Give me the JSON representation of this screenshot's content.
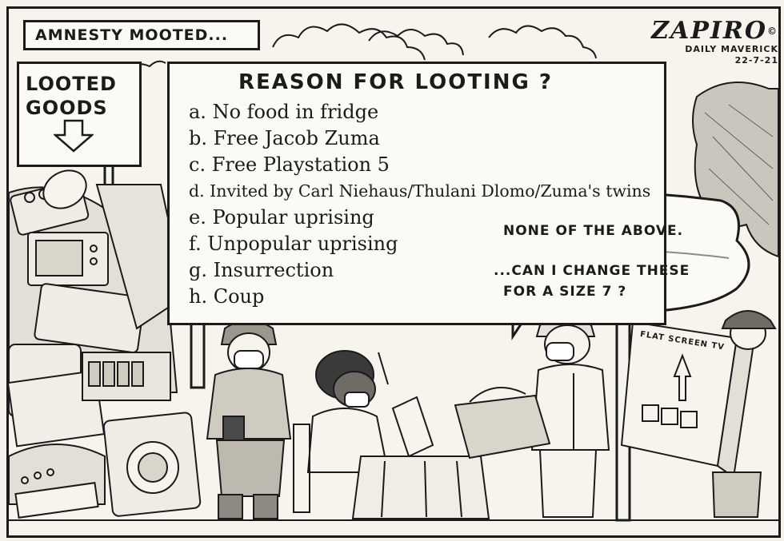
{
  "caption": "AMNESTY MOOTED...",
  "signature": {
    "artist": "ZAPIRO",
    "copyright": "©",
    "publication": "DAILY MAVERICK",
    "date": "22-7-21"
  },
  "sign_left": {
    "line1": "LOOTED",
    "line2": "GOODS",
    "arrow_icon": "down-arrow-icon"
  },
  "board": {
    "title": "REASON FOR LOOTING ?",
    "options": [
      "a. No food in fridge",
      "b. Free Jacob Zuma",
      "c. Free Playstation 5",
      "d. Invited by Carl Niehaus/Thulani Dlomo/Zuma's twins",
      "e. Popular uprising",
      "f. Unpopular uprising",
      "g. Insurrection",
      "h. Coup"
    ]
  },
  "speech_bubble": {
    "line1": "NONE OF THE ABOVE.",
    "line2": "...CAN I CHANGE THESE",
    "line3": "FOR A SIZE 7 ?"
  },
  "tv_box_label": "FLAT SCREEN TV"
}
